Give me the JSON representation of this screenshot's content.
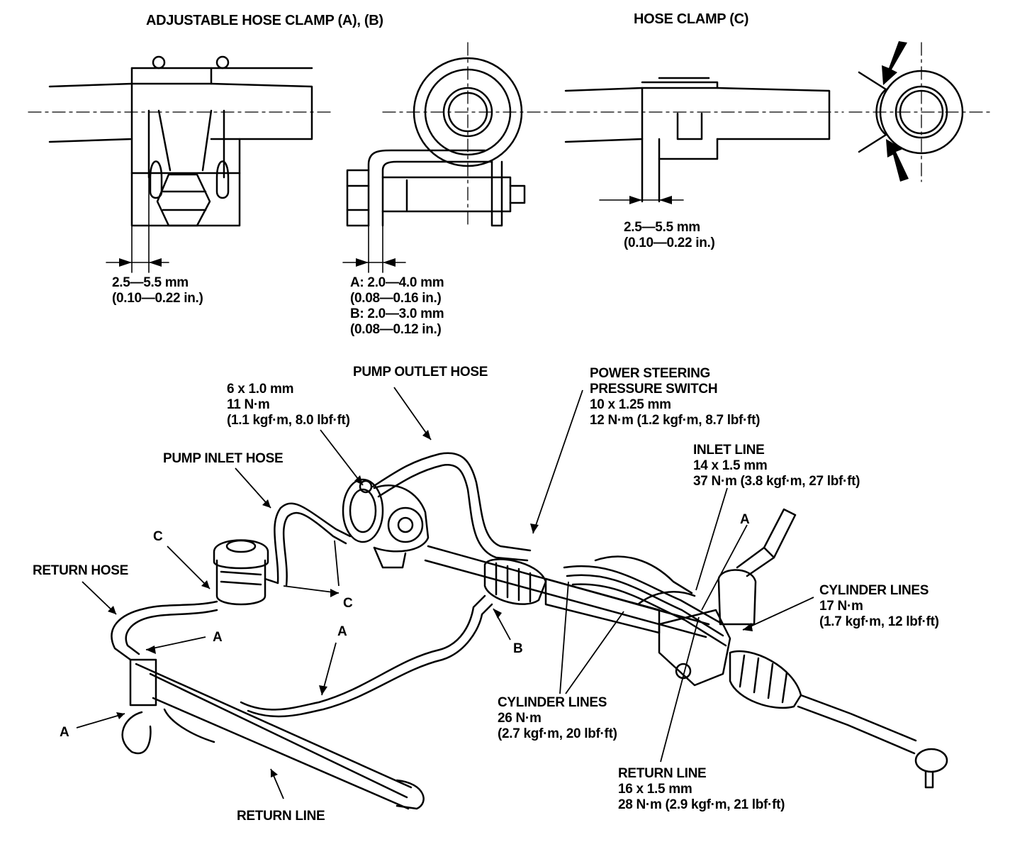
{
  "headings": {
    "adjustable_clamp": "ADJUSTABLE HOSE CLAMP (A), (B)",
    "hose_clamp_c": "HOSE CLAMP (C)"
  },
  "specs": {
    "clamp_ab_gap_mm": "2.5—5.5 mm",
    "clamp_ab_gap_in": "(0.10—0.22 in.)",
    "clamp_a_mm": "A: 2.0—4.0 mm",
    "clamp_a_in": "(0.08—0.16 in.)",
    "clamp_b_mm": "B: 2.0—3.0 mm",
    "clamp_b_in": "(0.08—0.12 in.)",
    "clamp_c_gap_mm": "2.5—5.5 mm",
    "clamp_c_gap_in": "(0.10—0.22 in.)"
  },
  "callouts": {
    "pump_outlet_hose": "PUMP OUTLET HOSE",
    "pump_bolt_size": "6 x 1.0 mm",
    "pump_bolt_torque": "11 N·m",
    "pump_bolt_torque_alt": "(1.1 kgf·m, 8.0 lbf·ft)",
    "ps_switch_line1": "POWER STEERING",
    "ps_switch_line2": "PRESSURE SWITCH",
    "ps_switch_size": "10 x 1.25 mm",
    "ps_switch_torque": "12 N·m (1.2 kgf·m, 8.7 lbf·ft)",
    "inlet_line": "INLET LINE",
    "inlet_line_size": "14 x 1.5 mm",
    "inlet_line_torque": "37 N·m (3.8 kgf·m, 27 lbf·ft)",
    "pump_inlet_hose": "PUMP INLET HOSE",
    "return_hose": "RETURN HOSE",
    "cyl_lines_right": "CYLINDER LINES",
    "cyl_lines_right_torque": "17 N·m",
    "cyl_lines_right_torque_alt": "(1.7 kgf·m, 12 lbf·ft)",
    "cyl_lines_mid": "CYLINDER LINES",
    "cyl_lines_mid_torque": "26 N·m",
    "cyl_lines_mid_torque_alt": "(2.7 kgf·m, 20 lbf·ft)",
    "return_line_right": "RETURN LINE",
    "return_line_right_size": "16 x 1.5 mm",
    "return_line_right_torque": "28 N·m (2.9 kgf·m, 21 lbf·ft)",
    "return_line_bottom": "RETURN LINE",
    "letter_c_reservoir": "C",
    "letter_c_pump": "C",
    "letter_a_left_upper": "A",
    "letter_a_left_lower": "A",
    "letter_a_middle": "A",
    "letter_b": "B",
    "letter_a_rack": "A"
  }
}
